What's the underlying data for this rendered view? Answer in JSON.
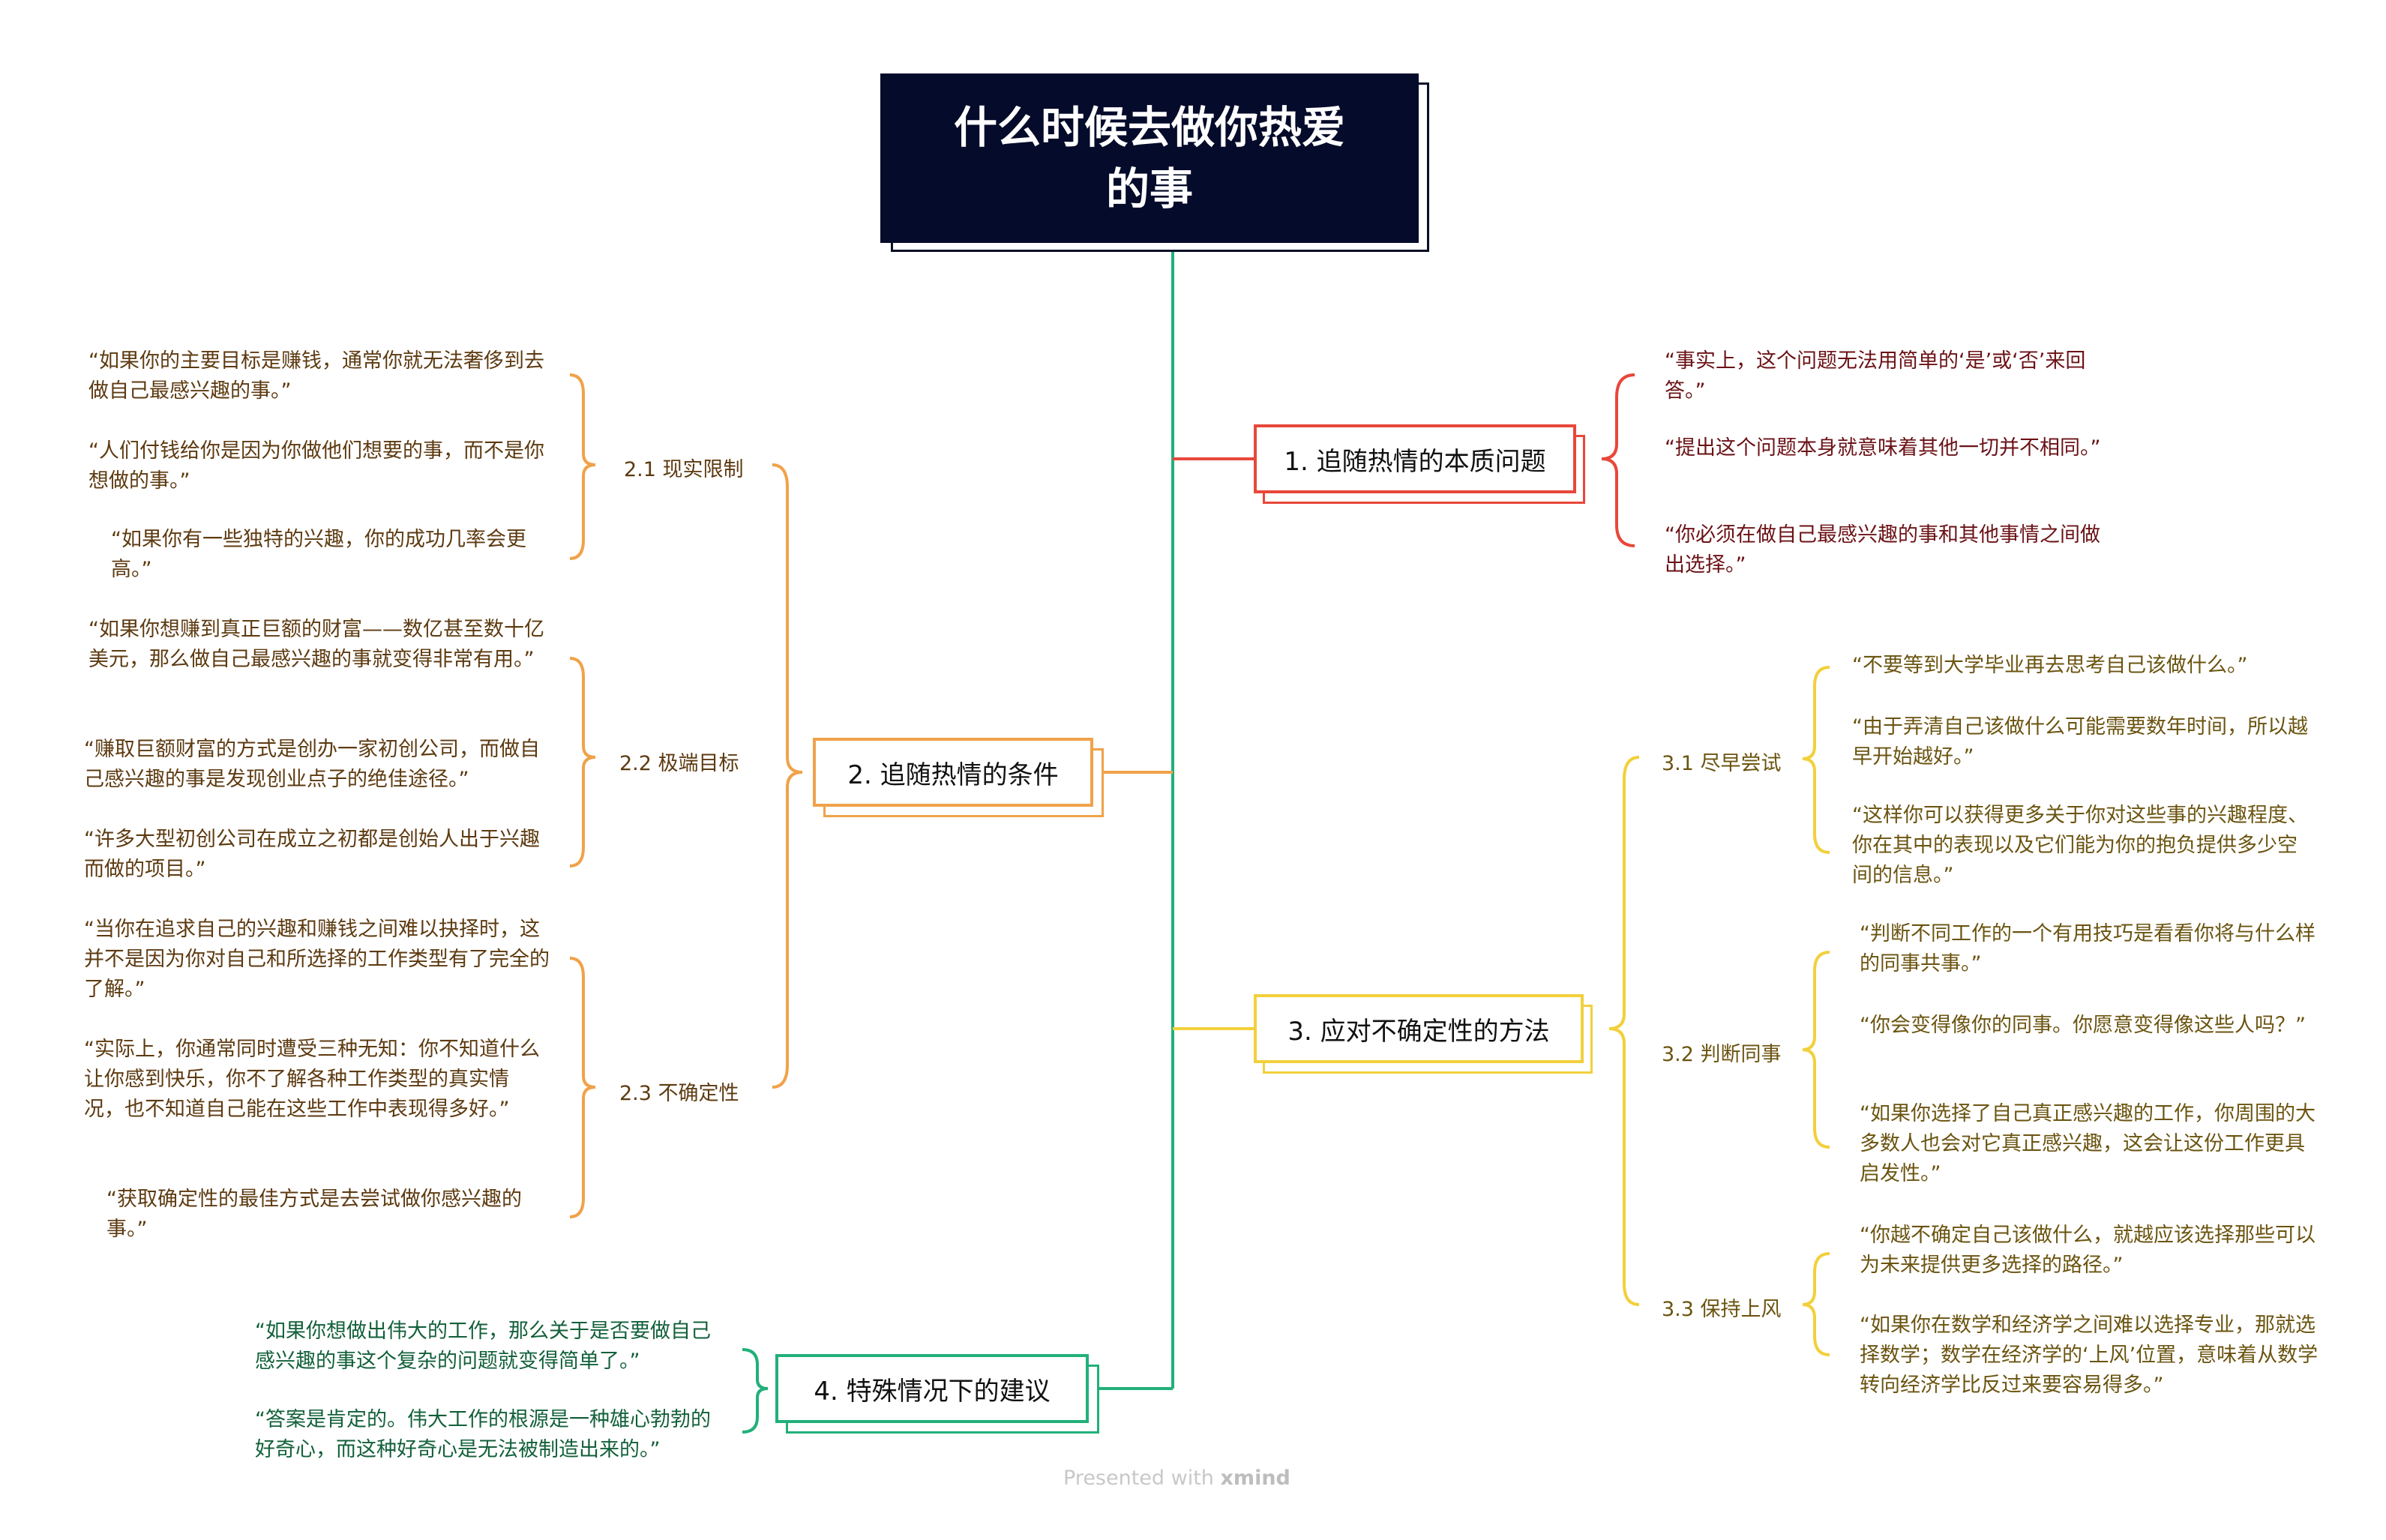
{
  "root": {
    "title": "什么时候去做你热爱的事"
  },
  "colors": {
    "root_bg": "#050b2a",
    "trunk": "#22b07a",
    "topic1": "#e8473a",
    "topic2": "#f0a24a",
    "topic3": "#f2d03b",
    "topic4": "#22b07a"
  },
  "topics": [
    {
      "label": "1. 追随热情的本质问题",
      "quotes": [
        "“事实上，这个问题无法用简单的‘是’或‘否’来回答。”",
        "“提出这个问题本身就意味着其他一切并不相同。”",
        "“你必须在做自己最感兴趣的事和其他事情之间做出选择。”"
      ]
    },
    {
      "label": "2. 追随热情的条件",
      "subtopics": [
        {
          "label": "2.1 现实限制",
          "quotes": [
            "“如果你的主要目标是赚钱，通常你就无法奢侈到去做自己最感兴趣的事。”",
            "“人们付钱给你是因为你做他们想要的事，而不是你想做的事。”",
            "“如果你有一些独特的兴趣，你的成功几率会更高。”"
          ]
        },
        {
          "label": "2.2 极端目标",
          "quotes": [
            "“如果你想赚到真正巨额的财富——数亿甚至数十亿美元，那么做自己最感兴趣的事就变得非常有用。”",
            "“赚取巨额财富的方式是创办一家初创公司，而做自己感兴趣的事是发现创业点子的绝佳途径。”",
            "“许多大型初创公司在成立之初都是创始人出于兴趣而做的项目。”"
          ]
        },
        {
          "label": "2.3 不确定性",
          "quotes": [
            "“当你在追求自己的兴趣和赚钱之间难以抉择时，这并不是因为你对自己和所选择的工作类型有了完全的了解。”",
            "“实际上，你通常同时遭受三种无知：你不知道什么让你感到快乐，你不了解各种工作类型的真实情况，也不知道自己能在这些工作中表现得多好。”",
            "“获取确定性的最佳方式是去尝试做你感兴趣的事。”"
          ]
        }
      ]
    },
    {
      "label": "3. 应对不确定性的方法",
      "subtopics": [
        {
          "label": "3.1 尽早尝试",
          "quotes": [
            "“不要等到大学毕业再去思考自己该做什么。”",
            "“由于弄清自己该做什么可能需要数年时间，所以越早开始越好。”",
            "“这样你可以获得更多关于你对这些事的兴趣程度、你在其中的表现以及它们能为你的抱负提供多少空间的信息。”"
          ]
        },
        {
          "label": "3.2 判断同事",
          "quotes": [
            "“判断不同工作的一个有用技巧是看看你将与什么样的同事共事。”",
            "“你会变得像你的同事。你愿意变得像这些人吗？”",
            "“如果你选择了自己真正感兴趣的工作，你周围的大多数人也会对它真正感兴趣，这会让这份工作更具启发性。”"
          ]
        },
        {
          "label": "3.3 保持上风",
          "quotes": [
            "“你越不确定自己该做什么，就越应该选择那些可以为未来提供更多选择的路径。”",
            "“如果你在数学和经济学之间难以选择专业，那就选择数学；数学在经济学的‘上风’位置，意味着从数学转向经济学比反过来要容易得多。”"
          ]
        }
      ]
    },
    {
      "label": "4. 特殊情况下的建议",
      "quotes": [
        "“如果你想做出伟大的工作，那么关于是否要做自己感兴趣的事这个复杂的问题就变得简单了。”",
        "“答案是肯定的。伟大工作的根源是一种雄心勃勃的好奇心，而这种好奇心是无法被制造出来的。”"
      ]
    }
  ],
  "footer": {
    "prefix": "Presented with",
    "brand": "xmind"
  }
}
